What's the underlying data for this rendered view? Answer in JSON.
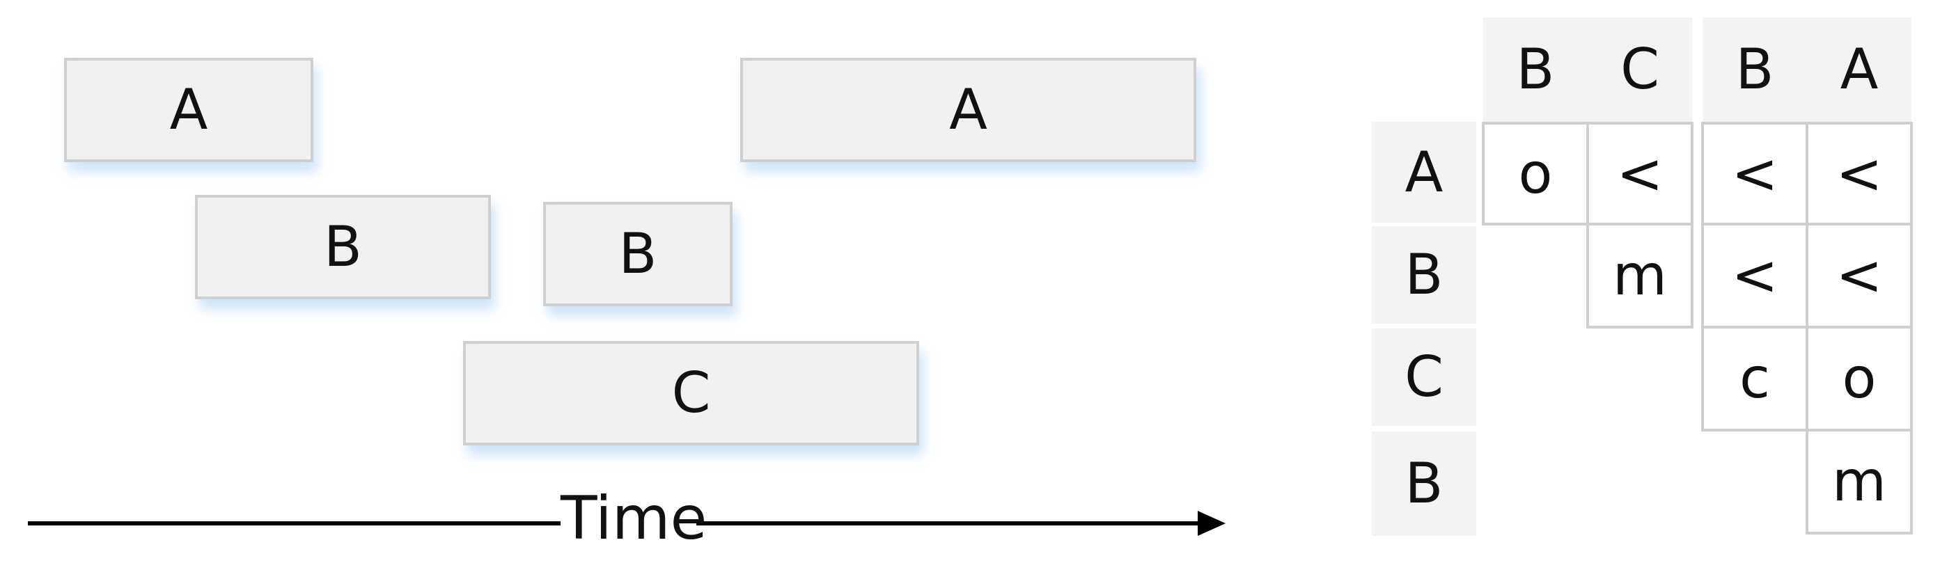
{
  "timeline": {
    "axis_label": "Time",
    "events": [
      {
        "label": "A"
      },
      {
        "label": "B"
      },
      {
        "label": "B"
      },
      {
        "label": "C"
      },
      {
        "label": "A"
      }
    ]
  },
  "matrix": {
    "column_headers": [
      "B",
      "C",
      "B",
      "A"
    ],
    "row_headers": [
      "A",
      "B",
      "C",
      "B"
    ],
    "cells": [
      [
        "o",
        "<",
        "<",
        "<"
      ],
      [
        "",
        "m",
        "<",
        "<"
      ],
      [
        "",
        "",
        "c",
        "o"
      ],
      [
        "",
        "",
        "",
        "m"
      ]
    ]
  },
  "colors": {
    "box_fill": "#f1f1f1",
    "box_border": "#cfcfcf",
    "shadow": "#a8cef0",
    "header_fill": "#f3f3f3"
  }
}
